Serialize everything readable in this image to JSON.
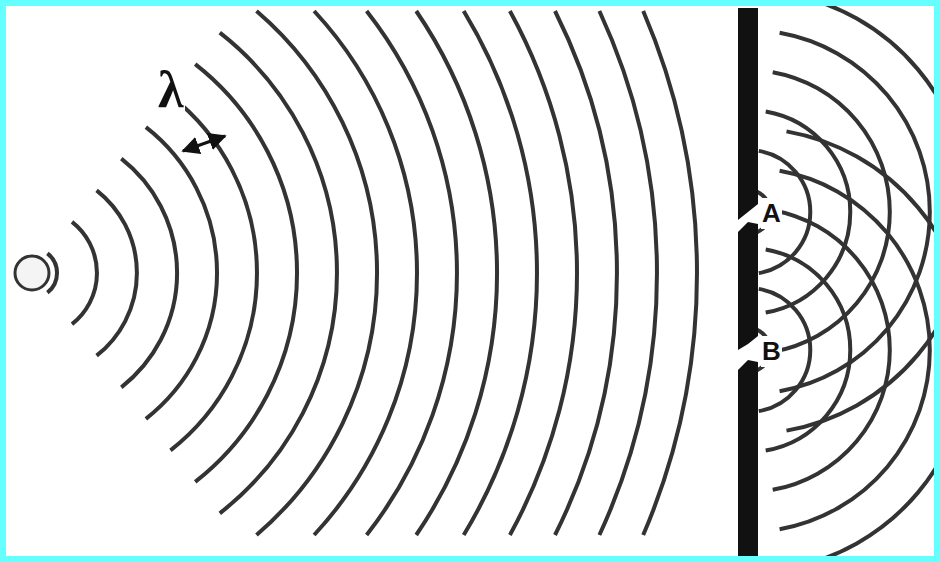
{
  "diagram": {
    "labels": [
      "λ",
      "A",
      "B"
    ]
  }
}
